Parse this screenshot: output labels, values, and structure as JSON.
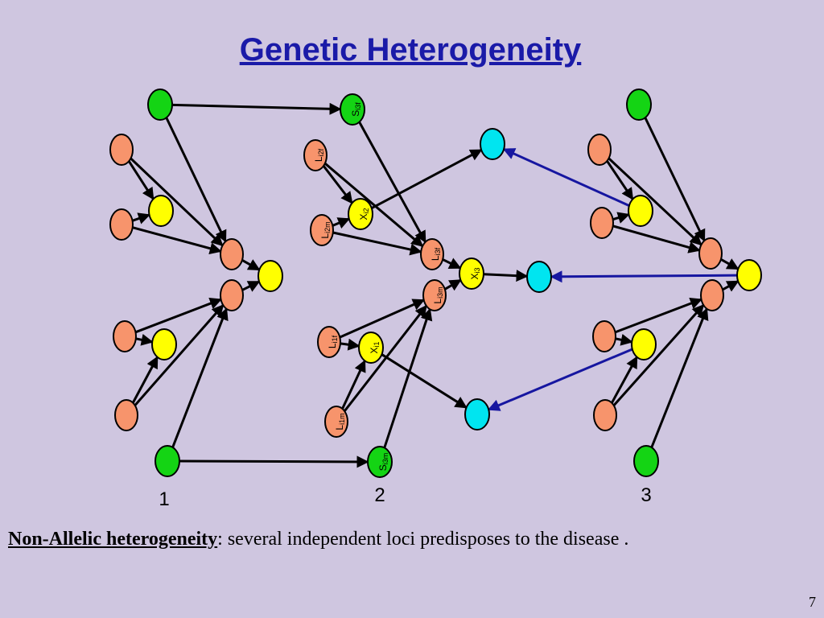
{
  "slide": {
    "title": "Genetic Heterogeneity",
    "caption_term": "Non-Allelic heterogeneity",
    "caption_rest": ": several independent loci predisposes to the disease .",
    "page_number": "7"
  },
  "families": [
    {
      "id": "f1",
      "label": "1"
    },
    {
      "id": "f2",
      "label": "2"
    },
    {
      "id": "f3",
      "label": "3"
    }
  ],
  "colors": {
    "background": "#cfc6e0",
    "title": "#1a1aa8",
    "green": "#14d414",
    "orange": "#f7946c",
    "yellow": "#ffff00",
    "cyan": "#00e5f0",
    "arrow": "#000000",
    "blue_arrow": "#1616a0"
  },
  "node_labels": {
    "s_i3f": {
      "base": "S",
      "sub": "i3f"
    },
    "l_i2f": {
      "base": "L",
      "sub": "i2f"
    },
    "x_i2": {
      "base": "X",
      "sub": "i2"
    },
    "l_i2m": {
      "base": "L",
      "sub": "i2m"
    },
    "l_i3f": {
      "base": "L",
      "sub": "i3f"
    },
    "x_i3": {
      "base": "X",
      "sub": "i3"
    },
    "l_i3m": {
      "base": "L",
      "sub": "i3m"
    },
    "l_i1f": {
      "base": "L",
      "sub": "i1f"
    },
    "x_i1": {
      "base": "X",
      "sub": "i1"
    },
    "l_i1m": {
      "base": "L",
      "sub": "i1m"
    },
    "s_i3m": {
      "base": "S",
      "sub": "i3m"
    }
  }
}
